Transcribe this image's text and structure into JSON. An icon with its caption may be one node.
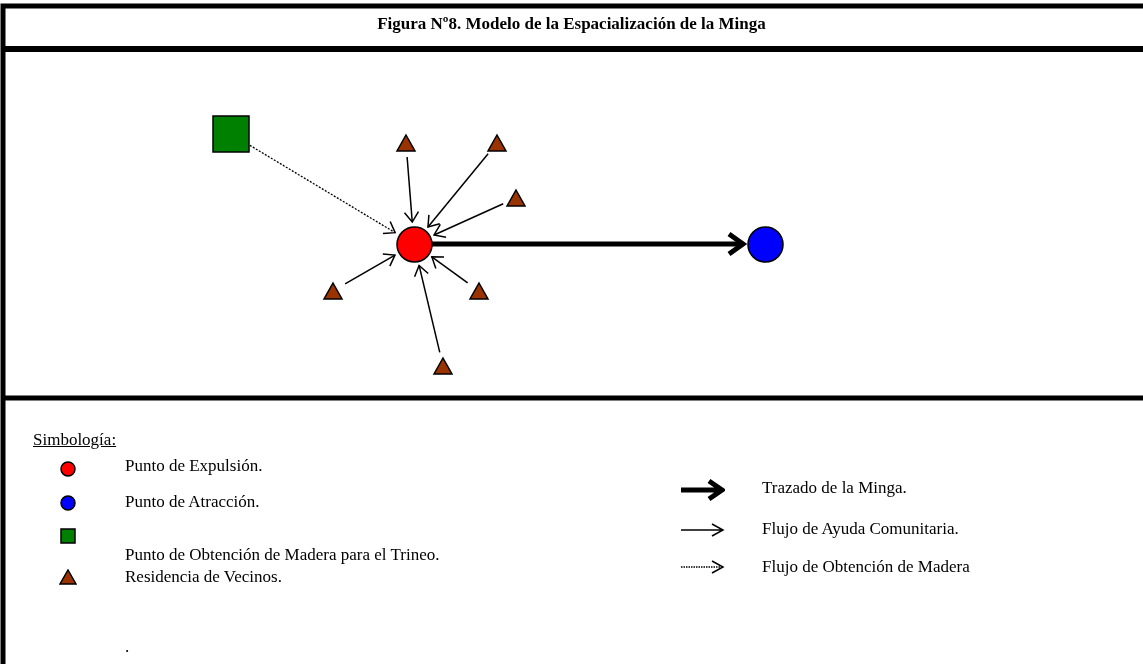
{
  "diagram": {
    "title": "Figura Nº8. Modelo de la Espacialización de la Minga",
    "nodes": [
      {
        "text": [],
        "shape": "box"
      },
      {
        "text": [],
        "shape": "triangle"
      },
      {
        "text": [],
        "shape": "triangle"
      },
      {
        "text": [],
        "shape": "triangle"
      },
      {
        "text": [],
        "shape": "circle"
      },
      {
        "text": [],
        "shape": "circle"
      },
      {
        "text": [],
        "shape": "triangle"
      },
      {
        "text": [],
        "shape": "triangle"
      },
      {
        "text": [],
        "shape": "triangle"
      }
    ],
    "edges": [
      {
        "from": 0,
        "to": 4,
        "arrow": "to",
        "style": "dashed"
      },
      {
        "from": 1,
        "to": 4,
        "arrow": "to"
      },
      {
        "from": 2,
        "to": 4,
        "arrow": "to"
      },
      {
        "from": 3,
        "to": 4,
        "arrow": "to"
      },
      {
        "from": 6,
        "to": 4,
        "arrow": "to"
      },
      {
        "from": 7,
        "to": 4,
        "arrow": "to"
      },
      {
        "from": 8,
        "to": 4,
        "arrow": "to"
      },
      {
        "from": 4,
        "to": 5,
        "arrow": "to",
        "style": "thick"
      }
    ],
    "labels": [
      "Simbología:",
      "."
    ],
    "legend": [
      {
        "text": "Punto de Expulsión.",
        "color": "#ff0000"
      },
      {
        "text": "Punto de Atracción.",
        "color": "#0000ff"
      },
      {
        "text": "Punto de Obtención de Madera para el Trineo.",
        "color": "#008000"
      },
      {
        "text": "Residencia de Vecinos.",
        "color": "#993300"
      },
      {
        "text": "Trazado de la Minga."
      },
      {
        "text": "Flujo de Ayuda Comunitaria."
      },
      {
        "text": "Flujo de Obtención de Madera"
      }
    ]
  }
}
